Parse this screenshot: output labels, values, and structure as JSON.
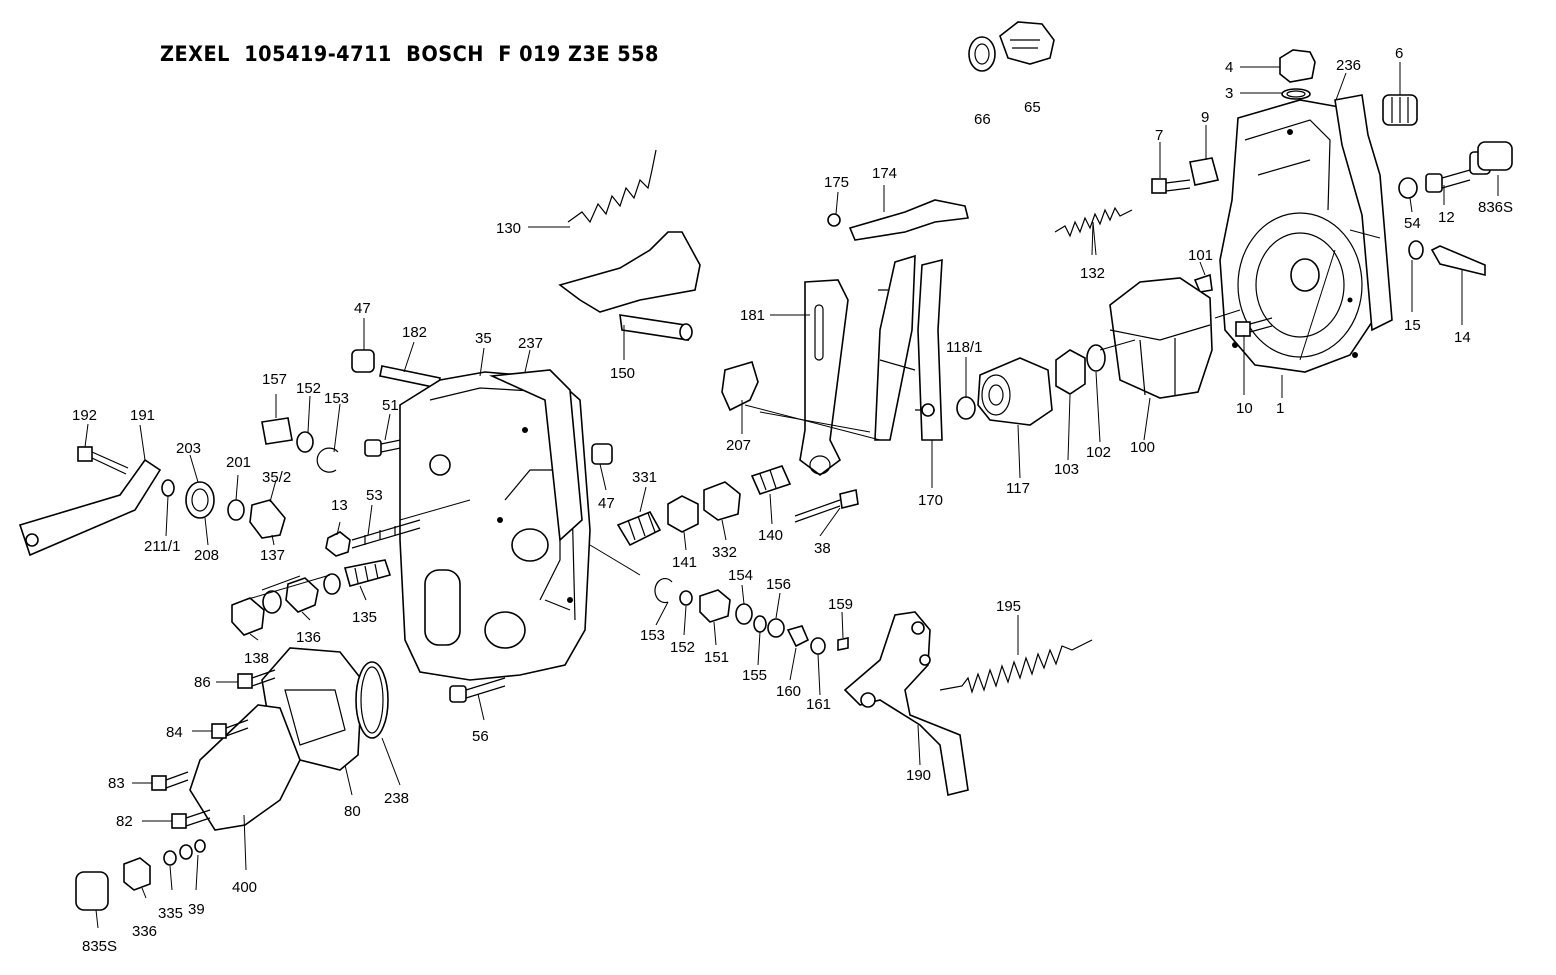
{
  "title": "ZEXEL  105419-4711  BOSCH  F 019 Z3E 558",
  "labels": {
    "l1": "1",
    "l3": "3",
    "l4": "4",
    "l6": "6",
    "l7": "7",
    "l9": "9",
    "l10": "10",
    "l12": "12",
    "l13": "13",
    "l14": "14",
    "l15": "15",
    "l35": "35",
    "l35_2": "35/2",
    "l38": "38",
    "l39": "39",
    "l47a": "47",
    "l47b": "47",
    "l51": "51",
    "l53": "53",
    "l54": "54",
    "l56": "56",
    "l65": "65",
    "l66": "66",
    "l80": "80",
    "l82": "82",
    "l83": "83",
    "l84": "84",
    "l86": "86",
    "l100": "100",
    "l101": "101",
    "l102": "102",
    "l103": "103",
    "l117": "117",
    "l118_1": "118/1",
    "l130": "130",
    "l132": "132",
    "l135": "135",
    "l136": "136",
    "l137": "137",
    "l138": "138",
    "l140": "140",
    "l141": "141",
    "l150": "150",
    "l151": "151",
    "l152a": "152",
    "l152b": "152",
    "l153a": "153",
    "l153b": "153",
    "l154": "154",
    "l155": "155",
    "l156": "156",
    "l157": "157",
    "l159": "159",
    "l160": "160",
    "l161": "161",
    "l170": "170",
    "l174": "174",
    "l175": "175",
    "l181": "181",
    "l182": "182",
    "l190": "190",
    "l191": "191",
    "l192": "192",
    "l195": "195",
    "l201": "201",
    "l203": "203",
    "l207": "207",
    "l208": "208",
    "l211_1": "211/1",
    "l236": "236",
    "l237": "237",
    "l238": "238",
    "l331": "331",
    "l332": "332",
    "l335": "335",
    "l336": "336",
    "l400": "400",
    "l835s": "835S",
    "l836s": "836S"
  }
}
